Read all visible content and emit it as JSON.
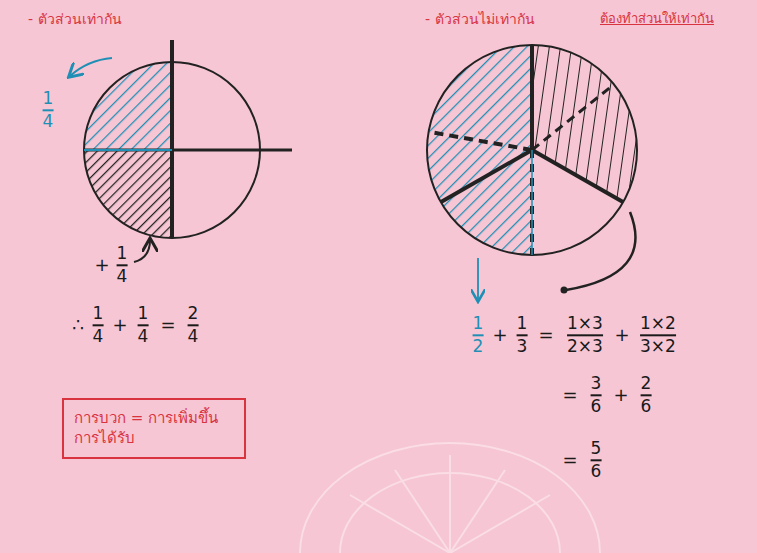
{
  "diagram": {
    "nodes": [
      {
        "text": [
          "การบวก = การเพิ่มขึ้น การได้รับ"
        ]
      }
    ],
    "labels": [
      "- ตัวส่วนเท่ากัน",
      "- ตัวส่วนไม่เท่ากัน",
      "ต้องทำส่วนให้เท่ากัน",
      "1",
      "4",
      "+",
      "1",
      "4",
      "∴",
      "1",
      "4",
      "+",
      "1",
      "4",
      "=",
      "2",
      "4",
      "1",
      "2",
      "+",
      "1",
      "3",
      "=",
      "1×3",
      "2×3",
      "+",
      "1×2",
      "3×2",
      "=",
      "3",
      "6",
      "+",
      "2",
      "6",
      "=",
      "5",
      "6"
    ]
  }
}
